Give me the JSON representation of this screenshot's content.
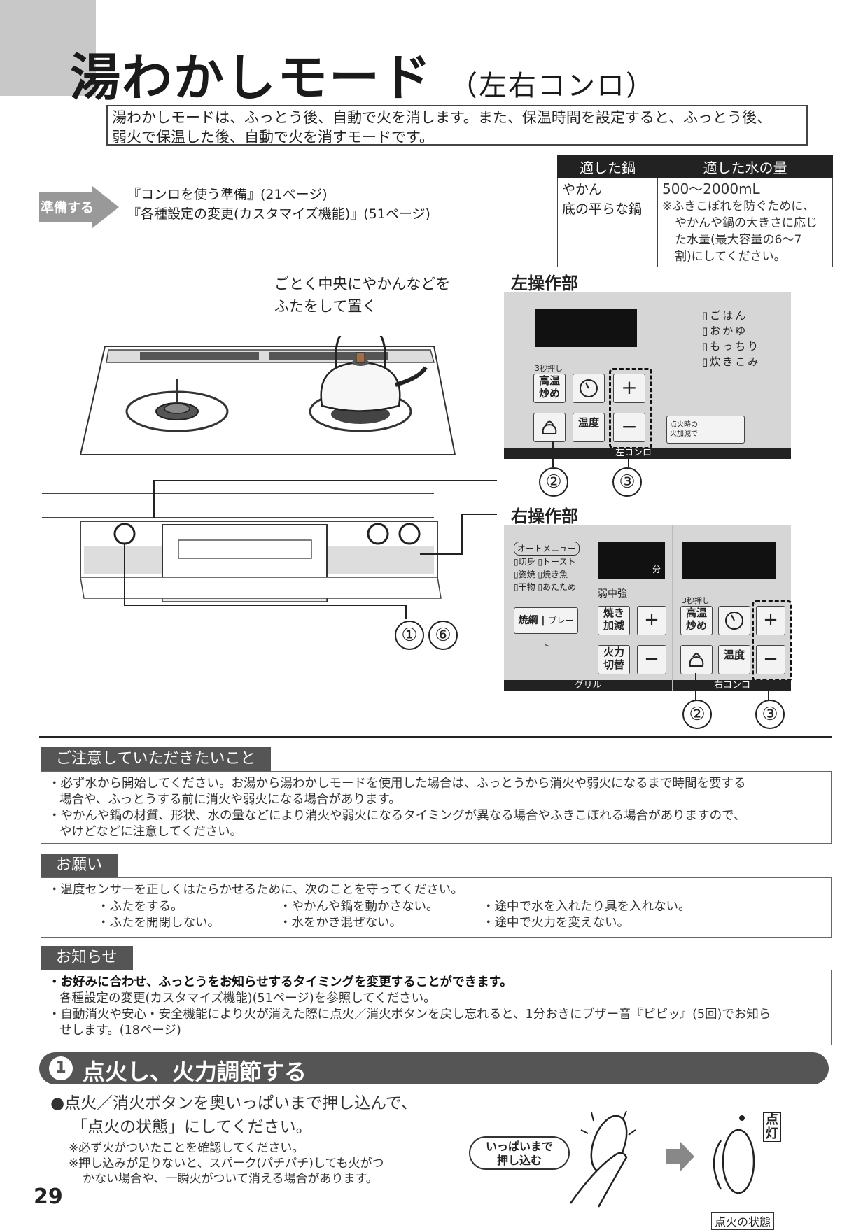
{
  "header": {
    "title": "湯わかしモード",
    "title_sub": "（左右コンロ）"
  },
  "intro": {
    "line1": "湯わかしモードは、ふっとう後、自動で火を消します。また、保温時間を設定すると、ふっとう後、",
    "line2": "弱火で保温した後、自動で火を消すモードです。"
  },
  "prepare": {
    "label": "準備する",
    "links": [
      "『コンロを使う準備』(21ページ)",
      "『各種設定の変更(カスタマイズ機能)』(51ページ)"
    ]
  },
  "pot_table": {
    "headers": [
      "適した鍋",
      "適した水の量"
    ],
    "pots": [
      "やかん",
      "底の平らな鍋"
    ],
    "amount": "500～2000mL",
    "note_lines": [
      "※ふきこぼれを防ぐために、",
      "やかんや鍋の大きさに応じ",
      "た水量(最大容量の6～7",
      "割)にしてください。"
    ]
  },
  "illustration": {
    "callout_lines": [
      "ごとく中央にやかんなどを",
      "ふたをして置く"
    ],
    "left_panel_label": "左操作部",
    "right_panel_label": "右操作部",
    "callout_nums": [
      "①",
      "⑥"
    ]
  },
  "left_panel": {
    "menu": [
      "ごはん",
      "おかゆ",
      "もっちり",
      "炊きこみ"
    ],
    "hint_3sec": "3秒押し",
    "btn_high": [
      "高温",
      "炒め"
    ],
    "btn_temp": "温度",
    "plus": "+",
    "minus": "−",
    "ignite_text": [
      "点火時の",
      "火加減で"
    ],
    "footer": "左コンロ",
    "nums": [
      "②",
      "③"
    ]
  },
  "right_panel": {
    "auto_menu": "オートメニュー",
    "menu": [
      "切身",
      "トースト",
      "姿焼",
      "焼き魚",
      "干物",
      "あたため"
    ],
    "min_label": "分",
    "heat_labels": "弱中強",
    "grill_net": "焼網",
    "plate": "プレート",
    "btn_grill": [
      "焼き",
      "加減"
    ],
    "btn_fire": [
      "火力",
      "切替"
    ],
    "hint_3sec": "3秒押し",
    "btn_high": [
      "高温",
      "炒め"
    ],
    "btn_temp": "温度",
    "plus": "+",
    "minus": "−",
    "footer_grill": "グリル",
    "footer_right": "右コンロ",
    "nums": [
      "②",
      "③"
    ]
  },
  "caution": {
    "heading": "ご注意していただきたいこと",
    "items": [
      [
        "・必ず水から開始してください。お湯から湯わかしモードを使用した場合は、ふっとうから消火や弱火になるまで時間を要する",
        "場合や、ふっとうする前に消火や弱火になる場合があります。"
      ],
      [
        "・やかんや鍋の材質、形状、水の量などにより消火や弱火になるタイミングが異なる場合やふきこぼれる場合がありますので、",
        "やけどなどに注意してください。"
      ]
    ]
  },
  "request": {
    "heading": "お願い",
    "lead": "・温度センサーを正しくはたらかせるために、次のことを守ってください。",
    "col1": [
      "・ふたをする。",
      "・ふたを開閉しない。"
    ],
    "col2": [
      "・やかんや鍋を動かさない。",
      "・水をかき混ぜない。"
    ],
    "col3": [
      "・途中で水を入れたり具を入れない。",
      "・途中で火力を変えない。"
    ]
  },
  "info": {
    "heading": "お知らせ",
    "item1_bold": "・お好みに合わせ、ふっとうをお知らせするタイミングを変更することができます。",
    "item1_sub": "各種設定の変更(カスタマイズ機能)(51ページ)を参照してください。",
    "item2": [
      "・自動消火や安心・安全機能により火が消えた際に点火／消火ボタンを戻し忘れると、1分おきにブザー音『ピピッ』(5回)でお知ら",
      "せします。(18ページ)"
    ]
  },
  "step1": {
    "num": "1",
    "title": "点火し、火力調節する",
    "instr_lines": [
      "●点火／消火ボタンを奥いっぱいまで押し込んで、",
      "「点火の状態」にしてください。"
    ],
    "notes": [
      "※必ず火がついたことを確認してください。",
      "※押し込みが足りないと、スパーク(パチパチ)しても火がつ",
      "かない場合や、一瞬火がついて消える場合があります。"
    ],
    "push_label": [
      "いっぱいまで",
      "押し込む"
    ],
    "ignite_tag": [
      "点",
      "灯"
    ],
    "state_label": "点火の状態"
  },
  "page_number": "29"
}
